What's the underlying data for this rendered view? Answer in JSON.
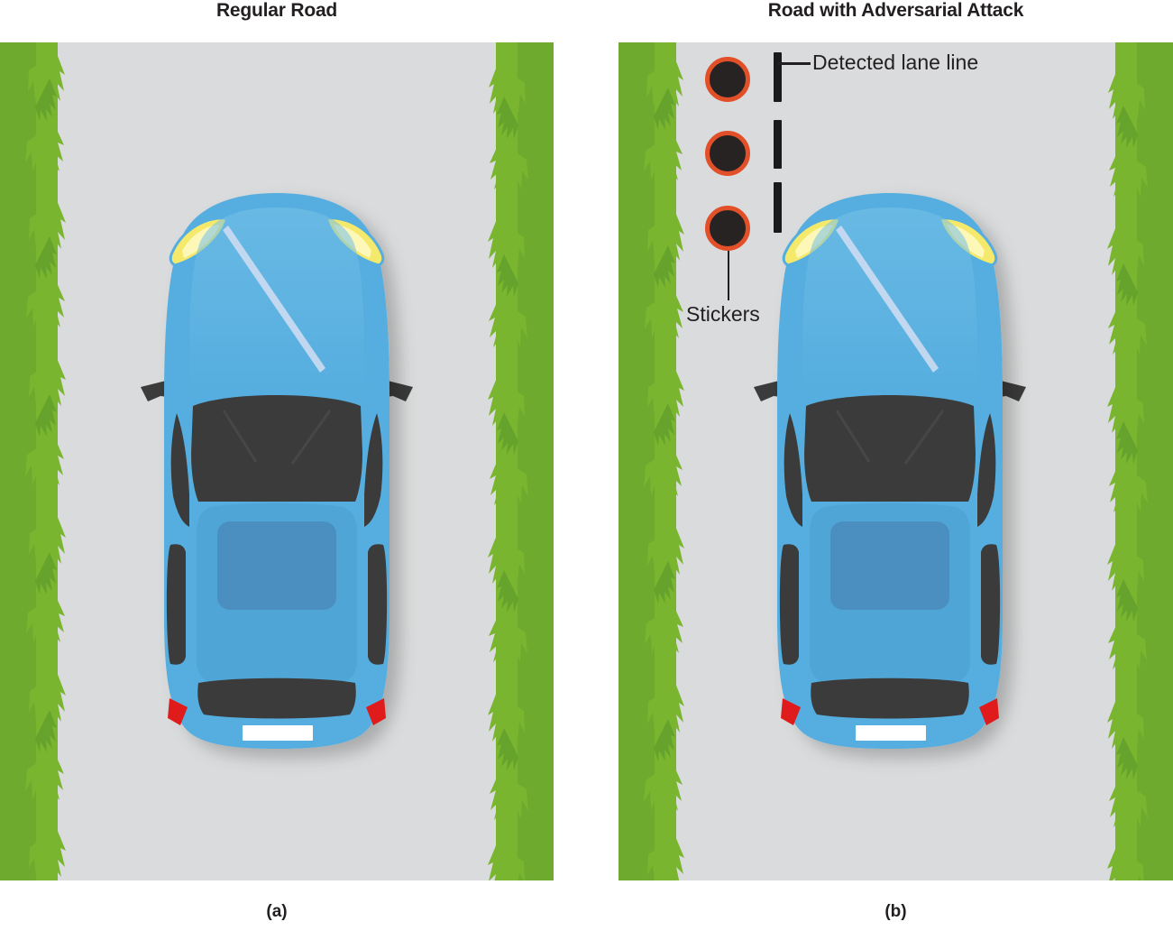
{
  "figure": {
    "panels": [
      {
        "id": "a",
        "title": "Regular Road",
        "caption": "(a)",
        "car_position": "centered-in-lane",
        "has_attack": false
      },
      {
        "id": "b",
        "title": "Road with Adversarial Attack",
        "caption": "(b)",
        "car_position": "shifted-right-off-lane",
        "has_attack": true
      }
    ]
  },
  "annotations": {
    "detected_lane_line_label": "Detected lane line",
    "stickers_label": "Stickers",
    "sticker_count": 3,
    "lane_dash_count": 3
  },
  "colors": {
    "road": "#d9dbdc",
    "grass_light": "#7ab530",
    "grass_dark": "#62a02c",
    "car_body": "#55aedf",
    "car_body_dark": "#4a8fbf",
    "car_glass": "#3b3b3b",
    "headlight": "#f5e96b",
    "taillight": "#e01b1b",
    "sticker_fill": "#262322",
    "sticker_ring": "#e2502a",
    "lane_line": "#1a1a1a",
    "text": "#231f20",
    "background": "#ffffff"
  }
}
